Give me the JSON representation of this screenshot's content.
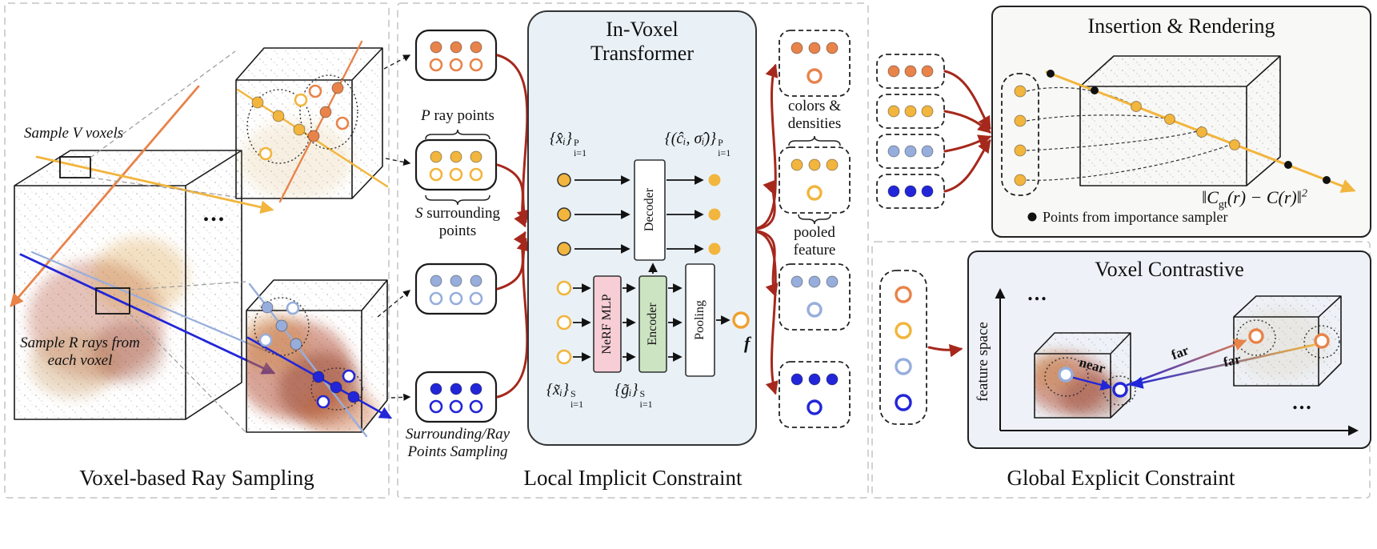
{
  "captions": {
    "left": "Voxel-based Ray Sampling",
    "middle": "Local Implicit Constraint",
    "right": "Global Explicit Constraint"
  },
  "left_panel": {
    "sample_voxels_label": "Sample V voxels",
    "sample_rays_line1": "Sample R rays from",
    "sample_rays_line2": "each voxel",
    "ellipsis": "..."
  },
  "middle_panel": {
    "p_points": {
      "var": "P",
      "rest": "ray points"
    },
    "s_points": {
      "var": "S",
      "rest": "surrounding",
      "line2": "points"
    },
    "sampling_label_line1": "Surrounding/Ray",
    "sampling_label_line2": "Points Sampling",
    "colors_densities_line1": "colors &",
    "colors_densities_line2": "densities",
    "pooled_feature_line1": "pooled",
    "pooled_feature_line2": "feature",
    "transformer": {
      "title_line1": "In-Voxel",
      "title_line2": "Transformer",
      "nerf_mlp_label": "NeRF MLP",
      "encoder_label": "Encoder",
      "decoder_label": "Decoder",
      "pooling_label": "Pooling",
      "feature_label": "f",
      "math": {
        "ray_in_main": "{x̂ᵢ}",
        "ray_in_sup": "P",
        "ray_in_sub": "i=1",
        "ray_out_main": "{(ĉᵢ, σ̂ᵢ)}",
        "ray_out_sup": "P",
        "ray_out_sub": "i=1",
        "surround_in_main": "{x̃ᵢ}",
        "surround_in_sup": "S",
        "surround_in_sub": "i=1",
        "surround_feat_main": "{g̃ᵢ}",
        "surround_feat_sup": "S",
        "surround_feat_sub": "i=1"
      }
    }
  },
  "insertion_panel": {
    "title": "Insertion & Rendering",
    "loss_prefix": "‖C",
    "loss_sub": "gt",
    "loss_mid": "(r) − C(r)‖",
    "loss_sup": "2",
    "legend_label": "Points from importance sampler"
  },
  "contrastive_panel": {
    "title": "Voxel Contrastive",
    "axis_label": "feature space",
    "near_label": "near",
    "far_label_1": "far",
    "far_label_2": "far",
    "ellipsis_1": "...",
    "ellipsis_2": "..."
  },
  "colors": {
    "orange": "#E8834A",
    "yellow": "#F2B53D",
    "light_blue": "#97AEDC",
    "dark_blue": "#2226D8",
    "red_arrow": "#A6281C",
    "pink": "#F7CDD6",
    "green": "#CCE4C2",
    "transformer_bg": "#E9F1F7",
    "insertion_bg": "#F8F8F6",
    "contrastive_bg": "#EEF2F8"
  }
}
